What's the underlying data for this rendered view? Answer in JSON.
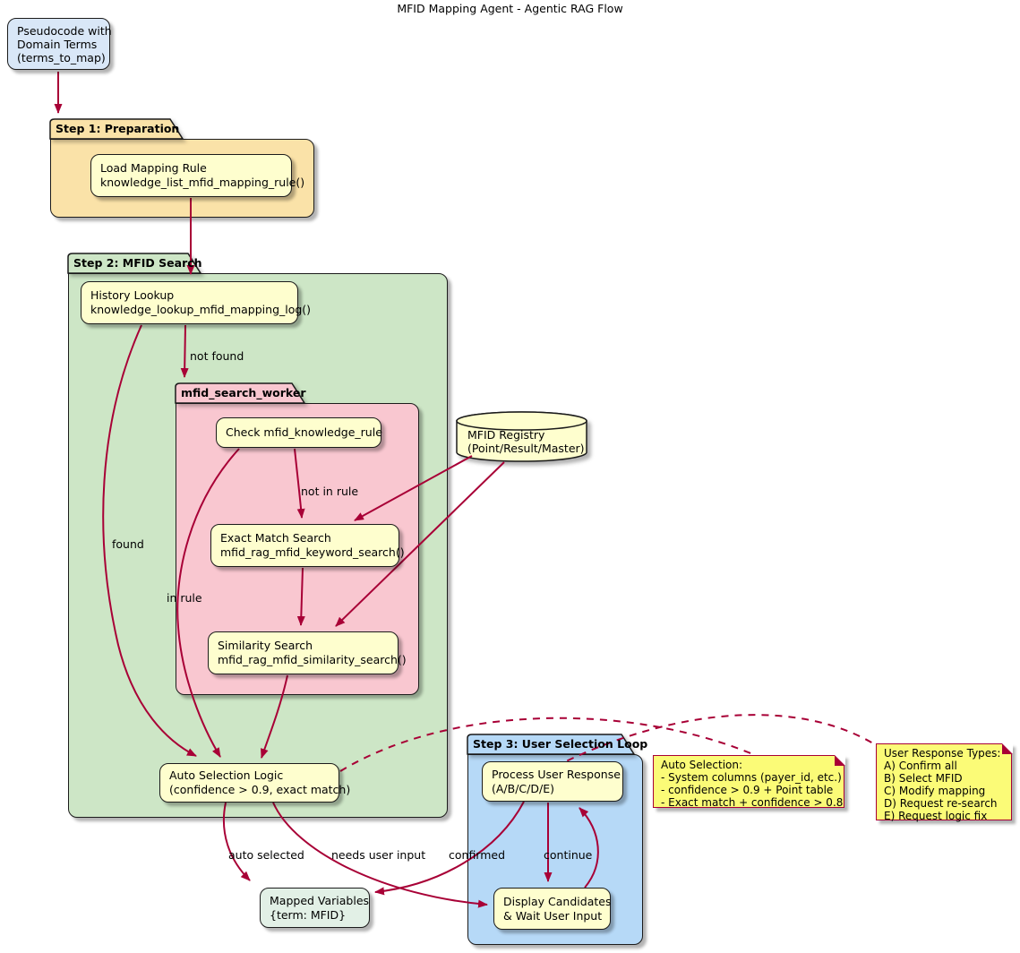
{
  "title": "MFID Mapping Agent - Agentic RAG Flow",
  "partitions": {
    "step1": "Step 1: Preparation",
    "step2": "Step 2: MFID Search",
    "worker": "mfid_search_worker",
    "step3": "Step 3: User Selection Loop"
  },
  "nodes": {
    "pseudocode": "Pseudocode with\nDomain Terms\n(terms_to_map)",
    "load_rule": "Load Mapping Rule\nknowledge_list_mfid_mapping_rule()",
    "history": "History Lookup\nknowledge_lookup_mfid_mapping_log()",
    "check_rule": "Check mfid_knowledge_rule",
    "exact_match": "Exact Match Search\nmfid_rag_mfid_keyword_search()",
    "similarity": "Similarity Search\nmfid_rag_mfid_similarity_search()",
    "auto_selection": "Auto Selection Logic\n(confidence > 0.9, exact match)",
    "registry": "MFID Registry\n(Point/Result/Master)",
    "process_response": "Process User Response\n(A/B/C/D/E)",
    "display_candidates": "Display Candidates\n& Wait User Input",
    "mapped_variables": "Mapped Variables\n{term: MFID}"
  },
  "notes": {
    "auto_selection": "Auto Selection:\n- System columns (payer_id, etc.)\n- confidence > 0.9 + Point table\n- Exact match + confidence > 0.8",
    "user_response": "User Response Types:\nA) Confirm all\nB) Select MFID\nC) Modify mapping\nD) Request re-search\nE) Request logic fix"
  },
  "edge_labels": {
    "not_found": "not found",
    "found": "found",
    "not_in_rule": "not in rule",
    "in_rule": "in rule",
    "auto_selected": "auto selected",
    "needs_user_input": "needs user input",
    "confirmed": "confirmed",
    "continue_lbl": "continue"
  },
  "colors": {
    "arrow": "#A80036",
    "step1_fill": "#FAE2A8",
    "step2_fill": "#CDE6C6",
    "worker_fill": "#F9C7D0",
    "step3_fill": "#B6D9F7",
    "node_fill": "#FEFECE",
    "pseudocode_fill": "#D9E7F7",
    "mapped_fill": "#E2F0E6",
    "note_fill": "#FBFB77",
    "note_border": "#A80036"
  }
}
